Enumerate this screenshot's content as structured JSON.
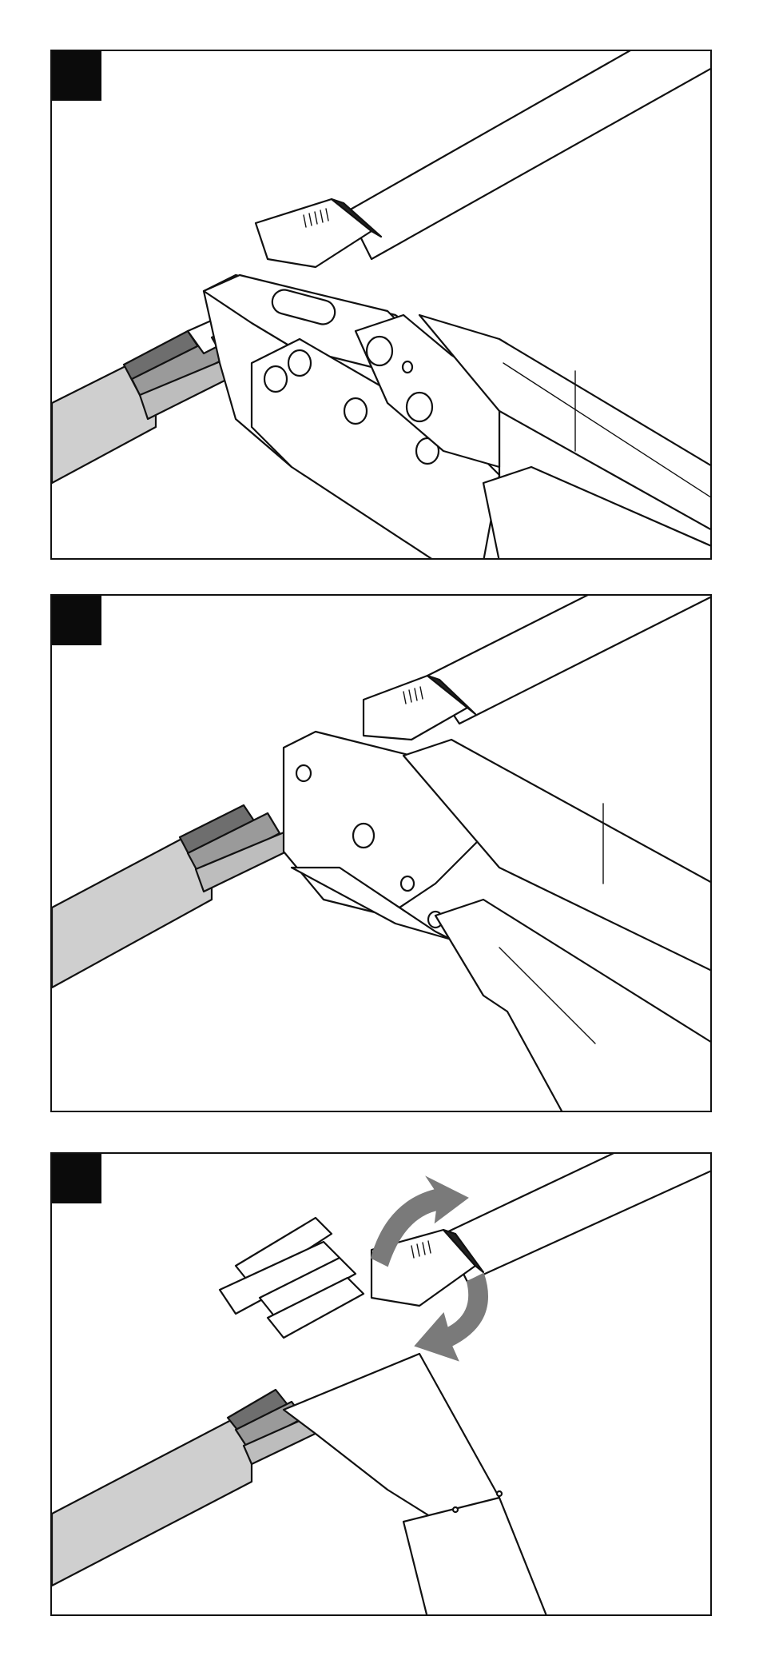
{
  "figure": {
    "panels": [
      {
        "id": "step-1",
        "marker_label": ""
      },
      {
        "id": "step-2",
        "marker_label": ""
      },
      {
        "id": "step-3",
        "marker_label": ""
      }
    ],
    "colors": {
      "outline": "#111111",
      "cable_jacket": "#cfcfcf",
      "wire_dark": "#6e6e6e",
      "wire_mid": "#9a9a9a",
      "wire_light": "#bdbdbd",
      "step_marker": "#0b0b0b",
      "arrow": "#7a7a7a"
    },
    "icons": [
      "rotate-arrow-icon"
    ]
  }
}
